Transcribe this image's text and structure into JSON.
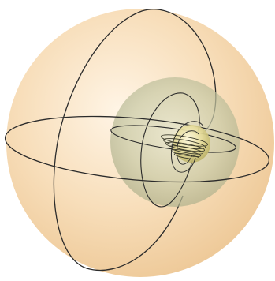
{
  "figure": {
    "shapes": [
      {
        "name": "outer-sphere",
        "fill": "#f5d3a3",
        "highlight": "#fff3df",
        "opacity": 0.95
      },
      {
        "name": "middle-sphere",
        "fill": "#c9c9a7",
        "highlight": "#e8ead8",
        "opacity": 0.75
      },
      {
        "name": "inner-sphere",
        "fill": "#d8d07c",
        "highlight": "#fff7c8",
        "opacity": 0.9
      }
    ],
    "line_color": "#2b2b2b",
    "background": "#ffffff"
  }
}
